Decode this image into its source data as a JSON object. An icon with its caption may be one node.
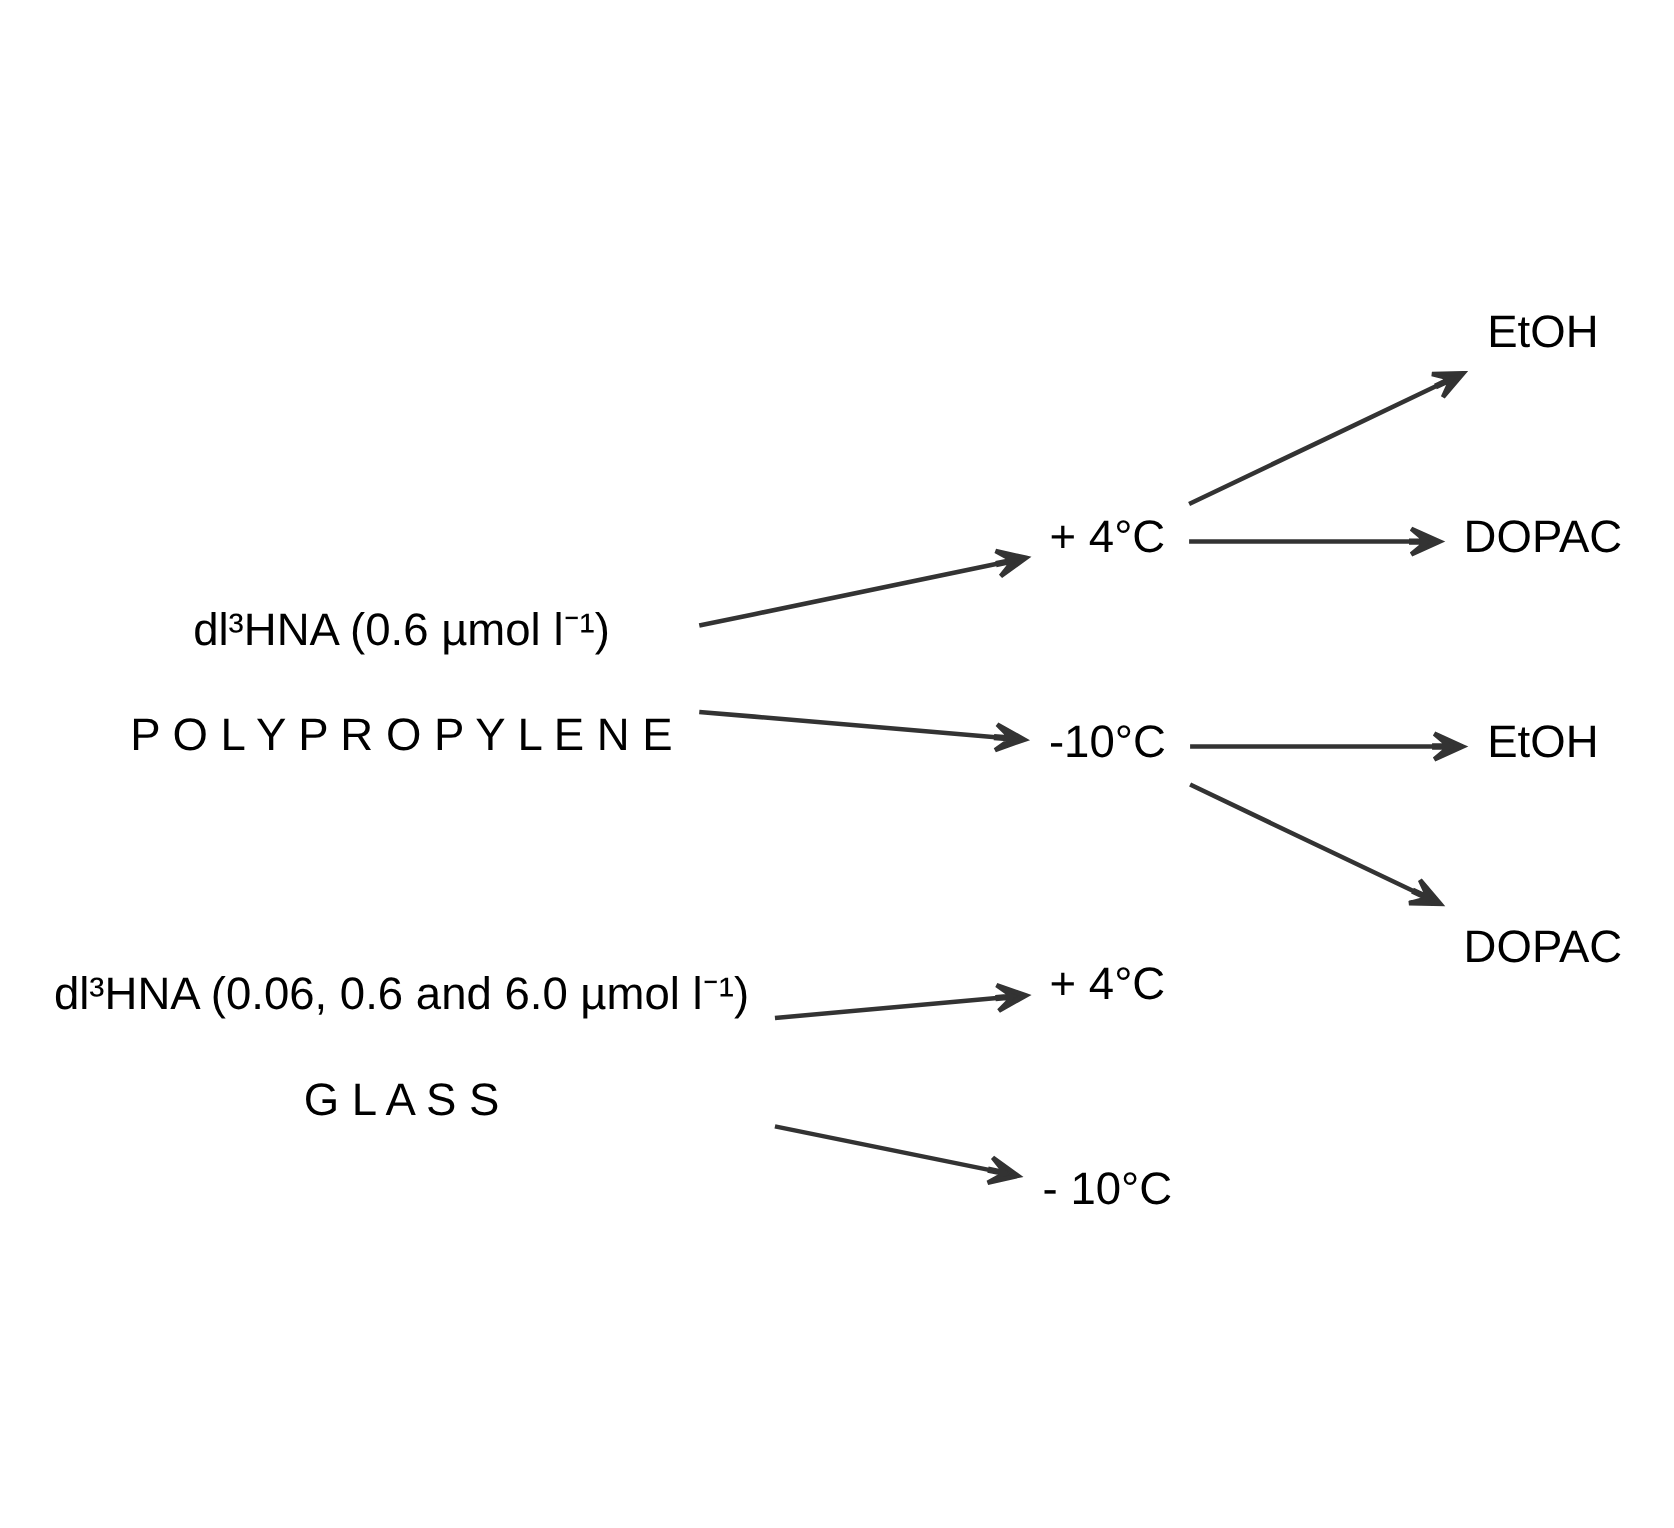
{
  "diagram": {
    "nodes": [
      {
        "text": [
          "dl³HNA (0.06, 0.6 and 6.0 µmol l⁻¹)",
          "G L A S S"
        ]
      },
      {
        "text": [
          "+ 4°C"
        ]
      },
      {
        "text": [
          "- 10°C"
        ]
      },
      {
        "text": [
          "dl³HNA (0.6 µmol l⁻¹)",
          "P O L Y P R O P Y L E N E"
        ]
      },
      {
        "text": [
          "+ 4°C"
        ]
      },
      {
        "text": [
          "EtOH"
        ]
      },
      {
        "text": [
          "DOPAC"
        ]
      },
      {
        "text": [
          "-10°C"
        ]
      },
      {
        "text": [
          "EtOH"
        ]
      },
      {
        "text": [
          "DOPAC"
        ]
      }
    ],
    "edges": [
      {
        "from": 0,
        "to": 1,
        "arrow": "to"
      },
      {
        "from": 0,
        "to": 2,
        "arrow": "to"
      },
      {
        "from": 3,
        "to": 4,
        "arrow": "to"
      },
      {
        "from": 3,
        "to": 7,
        "arrow": "to"
      },
      {
        "from": 4,
        "to": 5,
        "arrow": "to"
      },
      {
        "from": 4,
        "to": 6,
        "arrow": "to"
      },
      {
        "from": 7,
        "to": 8,
        "arrow": "to"
      },
      {
        "from": 7,
        "to": 9,
        "arrow": "to"
      }
    ]
  }
}
